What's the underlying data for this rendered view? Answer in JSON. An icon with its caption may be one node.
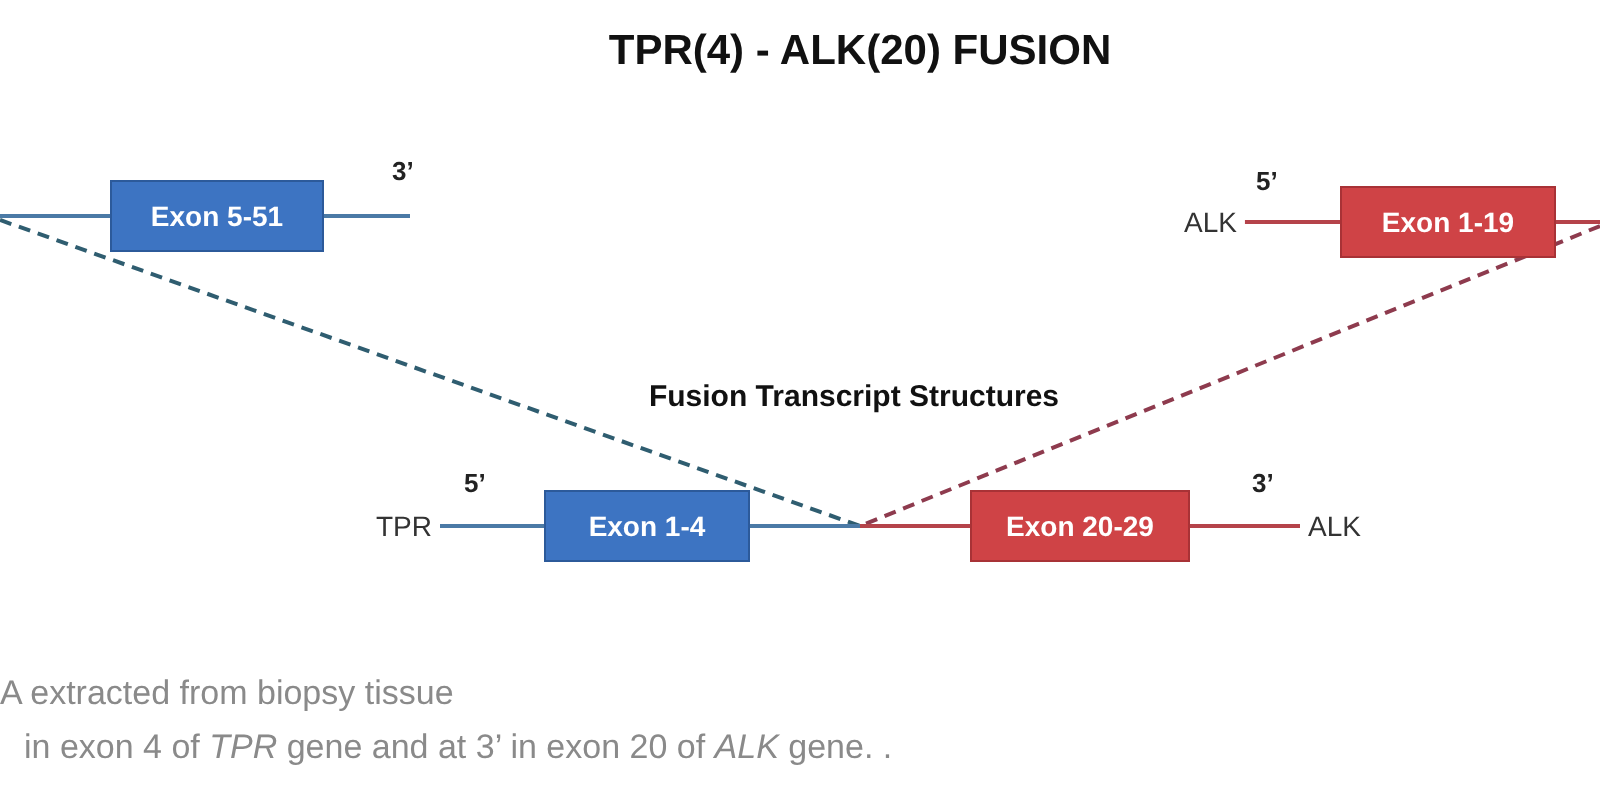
{
  "diagram": {
    "title": "TPR(4) - ALK(20) FUSION",
    "nodes": [
      {
        "text": [
          "Exon 5-51"
        ]
      },
      {
        "text": [
          "ALK"
        ]
      },
      {
        "text": [
          "Exon 1-19"
        ]
      },
      {
        "text": [
          "TPR"
        ]
      },
      {
        "text": [
          "Exon 1-4"
        ]
      },
      {
        "text": [
          "Exon 20-29"
        ]
      },
      {
        "text": [
          "ALK"
        ]
      }
    ],
    "edges": [
      {
        "from": null,
        "to": 0,
        "arrow": "none"
      },
      {
        "from": 0,
        "to": null,
        "arrow": "none"
      },
      {
        "from": 1,
        "to": 2,
        "arrow": "none",
        "color": "#b5434a"
      },
      {
        "from": 2,
        "to": null,
        "arrow": "none",
        "color": "#b5434a"
      },
      {
        "from": 3,
        "to": 4,
        "arrow": "none"
      },
      {
        "from": 4,
        "to": null,
        "arrow": "none"
      },
      {
        "from": null,
        "to": 5,
        "arrow": "none",
        "color": "#b5434a"
      },
      {
        "from": 5,
        "to": 6,
        "arrow": "none",
        "color": "#b5434a"
      }
    ],
    "labels": [
      "3’",
      "5’",
      "Fusion Transcript Structures",
      "5’",
      "3’",
      "A extracted from biopsy tissue",
      "in exon 4 of *TPR* gene and at 3’ in exon 20 of *ALK* gene. ."
    ]
  }
}
